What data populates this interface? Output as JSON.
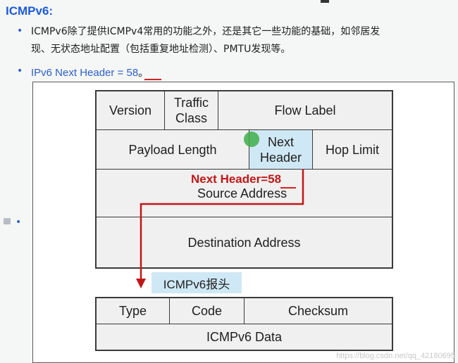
{
  "heading": "ICMPv6:",
  "bullet_glyph": "•",
  "line1a": "ICMPv6除了提供ICMPv4常用的功能之外，还是其它一些功能的基础，如邻居发",
  "line1b": "现、无状态地址配置（包括重复地址检测）、PMTU发现等。",
  "line2_prefix": "IPv6 Next Header = ",
  "line2_value": "58",
  "line2_suffix": "。",
  "ipv6_header": {
    "version": "Version",
    "traffic_class": "Traffic\nClass",
    "flow_label": "Flow Label",
    "payload_length": "Payload Length",
    "next_header": "Next\nHeader",
    "hop_limit": "Hop Limit",
    "next_header_annotation_prefix": "Next Header=",
    "next_header_annotation_value": "58",
    "source_address": "Source Address",
    "destination_address": "Destination Address"
  },
  "icmp_tag": "ICMPv6报头",
  "icmp_header": {
    "type": "Type",
    "code": "Code",
    "checksum": "Checksum",
    "data": "ICMPv6 Data"
  },
  "watermark": "https://blog.csdn.net/qq_42180695",
  "colors": {
    "heading": "#1d5bd8",
    "annotation_red": "#c01818",
    "highlight": "#cfe8f5",
    "green_dot": "#3fae4a"
  }
}
